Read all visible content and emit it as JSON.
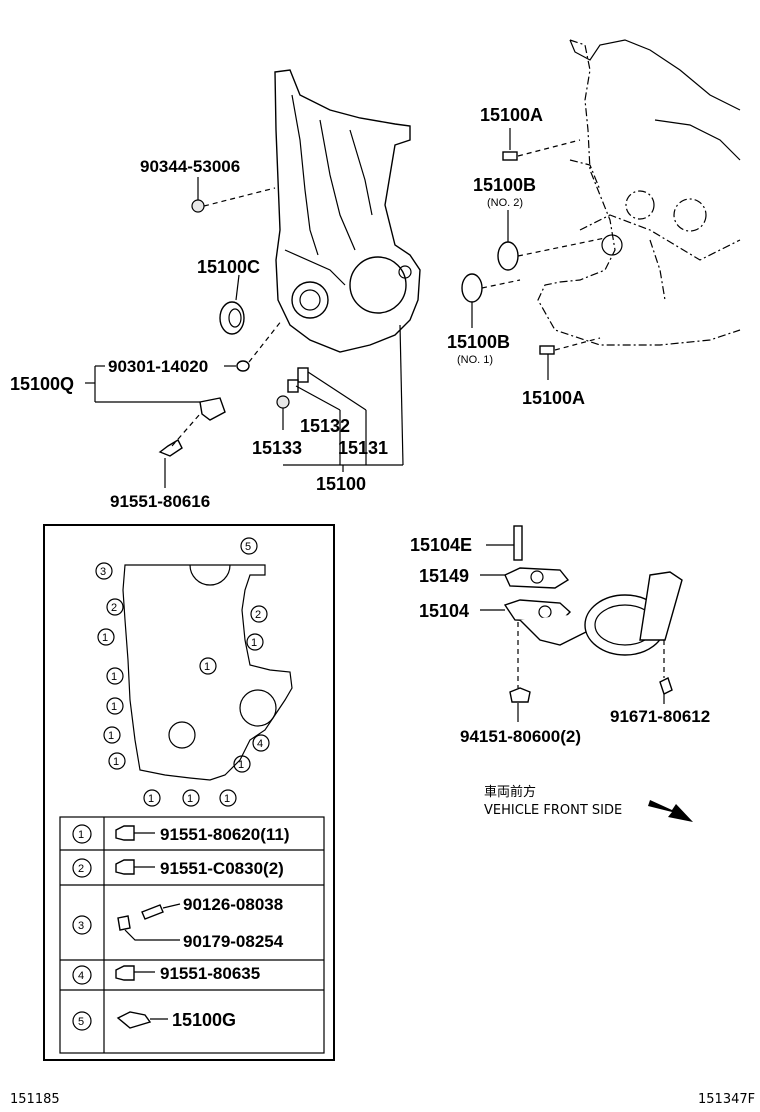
{
  "labels": {
    "p90344": "90344-53006",
    "p15100C": "15100C",
    "p90301": "90301-14020",
    "p15100Q": "15100Q",
    "p91551_80616": "91551-80616",
    "p15132": "15132",
    "p15133": "15133",
    "p15131": "15131",
    "p15100": "15100",
    "p15100A_top": "15100A",
    "p15100B_top": "15100B",
    "p15100B_top_note": "(NO. 2)",
    "p15100B_bot": "15100B",
    "p15100B_bot_note": "(NO. 1)",
    "p15100A_bot": "15100A",
    "p15104E": "15104E",
    "p15149": "15149",
    "p15104": "15104",
    "p94151": "94151-80600(2)",
    "p91671": "91671-80612",
    "front_jp": "車両前方",
    "front_en": "VEHICLE FRONT SIDE",
    "code_left": "151185",
    "code_right": "151347F"
  },
  "markers": {
    "m1": "1",
    "m2": "2",
    "m3": "3",
    "m4": "4",
    "m5": "5"
  },
  "legend": {
    "row1": "91551-80620(11)",
    "row2": "91551-C0830(2)",
    "row3a": "90126-08038",
    "row3b": "90179-08254",
    "row4": "91551-80635",
    "row5": "15100G"
  }
}
